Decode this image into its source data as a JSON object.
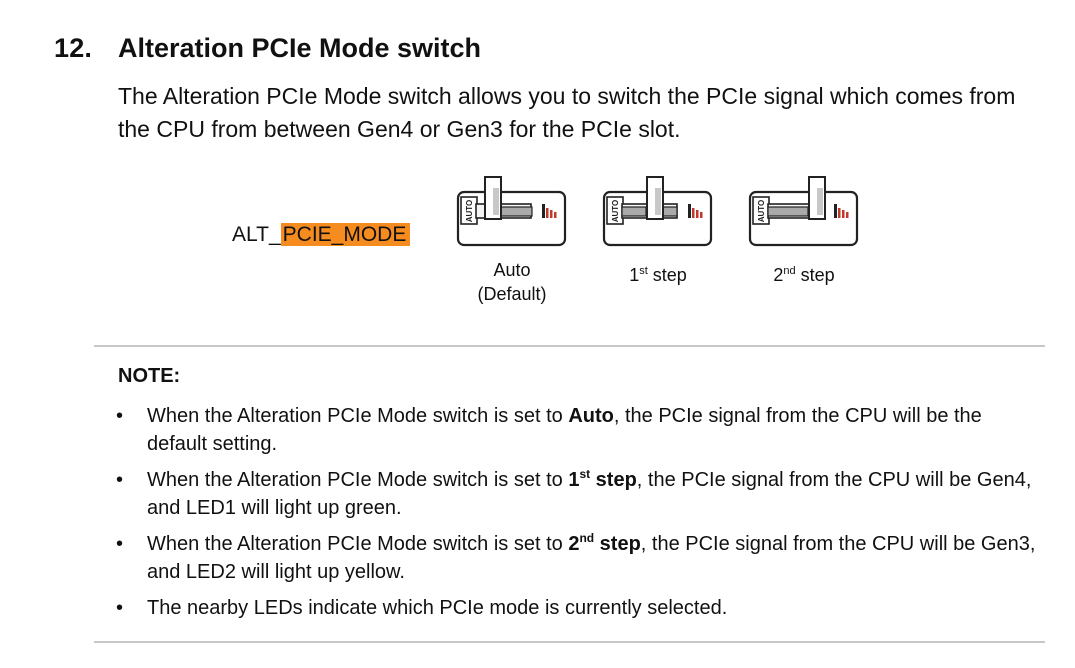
{
  "section": {
    "number": "12.",
    "title": "Alteration PCIe Mode switch",
    "intro": "The Alteration PCIe Mode switch allows you to switch the PCIe signal which comes from the CPU from between Gen4 or Gen3 for the PCIe slot."
  },
  "switch": {
    "label_prefix": "ALT_",
    "label_highlight": "PCIE_MODE",
    "highlight_color": "#f68b1f",
    "switch_text": "AUTO",
    "positions": [
      {
        "caption_line1": "Auto",
        "caption_line2": "(Default)"
      },
      {
        "caption_num": "1",
        "caption_sup": "st",
        "caption_rest": " step"
      },
      {
        "caption_num": "2",
        "caption_sup": "nd",
        "caption_rest": " step"
      }
    ]
  },
  "note": {
    "heading": "NOTE:",
    "items": [
      {
        "bullet": "•",
        "pre": "When the Alteration PCIe Mode switch is set to ",
        "bold": "Auto",
        "post": ", the PCIe signal from the CPU will be the default setting."
      },
      {
        "bullet": "•",
        "pre": "When the Alteration PCIe Mode switch is set to ",
        "bold_num": "1",
        "bold_sup": "st",
        "bold_rest": " step",
        "post": ", the PCIe signal from the CPU will be Gen4, and LED1 will light up green."
      },
      {
        "bullet": "•",
        "pre": "When the Alteration PCIe Mode switch is set to ",
        "bold_num": "2",
        "bold_sup": "nd",
        "bold_rest": " step",
        "post": ", the PCIe signal from the CPU will be Gen3, and LED2 will light up yellow."
      },
      {
        "bullet": "•",
        "text": "The nearby LEDs indicate which PCIe mode is currently selected."
      }
    ]
  }
}
